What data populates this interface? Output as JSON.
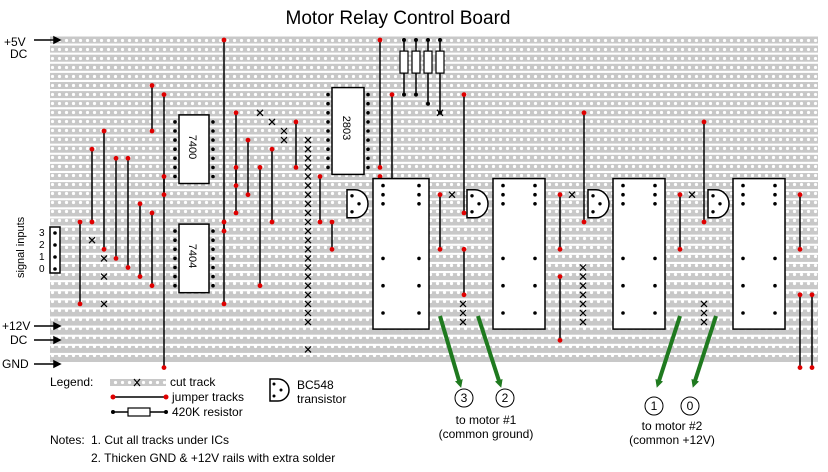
{
  "title": "Motor Relay Control Board",
  "rails": {
    "plus5v_line1": "+5V",
    "plus5v_line2": "DC",
    "plus12v_line1": "+12V",
    "plus12v_line2": "DC",
    "gnd": "GND"
  },
  "signal_inputs": {
    "label": "signal inputs",
    "pins": [
      "3",
      "2",
      "1",
      "0"
    ]
  },
  "ics": {
    "ic_7400": "7400",
    "ic_7404": "7404",
    "ic_2803": "2803"
  },
  "legend": {
    "title": "Legend:",
    "cut_track": "cut track",
    "jumper_tracks": "jumper tracks",
    "resistor": "420K resistor",
    "transistor_line1": "BC548",
    "transistor_line2": "transistor"
  },
  "notes": {
    "title": "Notes:",
    "note1": "1.  Cut all tracks under ICs",
    "note2": "2.  Thicken GND & +12V rails with extra solder"
  },
  "motor1": {
    "terminals": [
      "3",
      "2"
    ],
    "line1": "to motor #1",
    "line2": "(common ground)"
  },
  "motor2": {
    "terminals": [
      "1",
      "0"
    ],
    "line1": "to motor #2",
    "line2": "(common +12V)"
  },
  "colors": {
    "track": "#c8c8c8",
    "hole": "#ffffff",
    "jumper": "#e00000",
    "arrow": "#1f7a1f",
    "ink": "#000000"
  }
}
